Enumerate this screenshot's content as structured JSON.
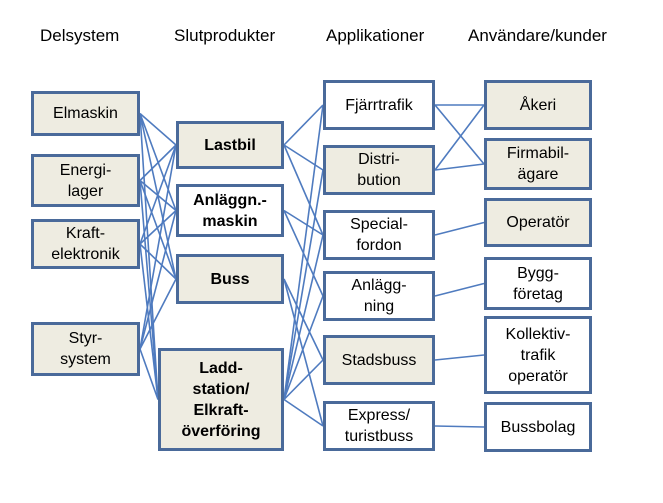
{
  "headers": {
    "c1": "Delsystem",
    "c2": "Slutprodukter",
    "c3": "Applikationer",
    "c4": "Användare/kunder"
  },
  "delsystem": [
    "Elmaskin",
    "Energi-\nlager",
    "Kraft-\nelektronik",
    "Styr-\nsystem"
  ],
  "slutprodukter": [
    "Lastbil",
    "Anläggn.-\nmaskin",
    "Buss",
    "Ladd-\nstation/\nElkraft-\növerföring"
  ],
  "applikationer": [
    "Fjärrtrafik",
    "Distri-\nbution",
    "Special-\nfordon",
    "Anlägg-\nning",
    "Stadsbuss",
    "Express/\nturistbuss"
  ],
  "anvandare": [
    "Åkeri",
    "Firmabil-\nägare",
    "Operatör",
    "Bygg-\nföretag",
    "Kollektiv-\ntrafik\noperatör",
    "Bussbolag"
  ],
  "colors": {
    "border": "#4a6a9a",
    "line": "#4f7bbf",
    "fill": "#eeece1"
  }
}
